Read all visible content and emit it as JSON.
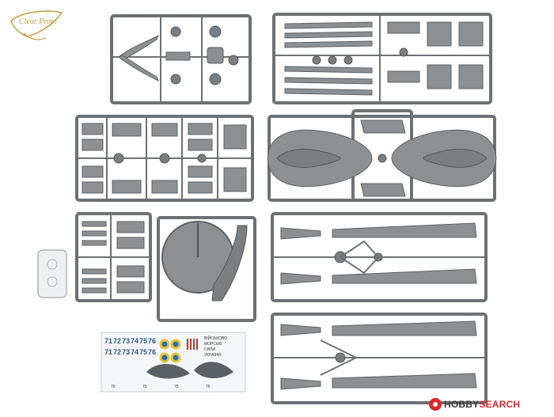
{
  "brand": {
    "logo_text": "Clear Prop!",
    "logo_color": "#c79a3f"
  },
  "watermark": {
    "text_prefix": "HOBBY",
    "text_accent": "SEARCH",
    "accent_color": "#e0242a"
  },
  "decals": {
    "row1": [
      "71",
      "72",
      "73",
      "74",
      "75",
      "76"
    ],
    "row2": [
      "71",
      "72",
      "73",
      "74",
      "75",
      "76"
    ],
    "side_lines": [
      "ВІЙСЬКОВО",
      "МОРСЬКІ",
      "СИЛИ",
      "УКРАЇНИ"
    ],
    "bottom_code": [
      "70",
      "73",
      "75",
      "76"
    ]
  },
  "colors": {
    "plastic": "#8d9093",
    "sprue": "#6e7174",
    "decal_blue": "#2a5a8a"
  }
}
